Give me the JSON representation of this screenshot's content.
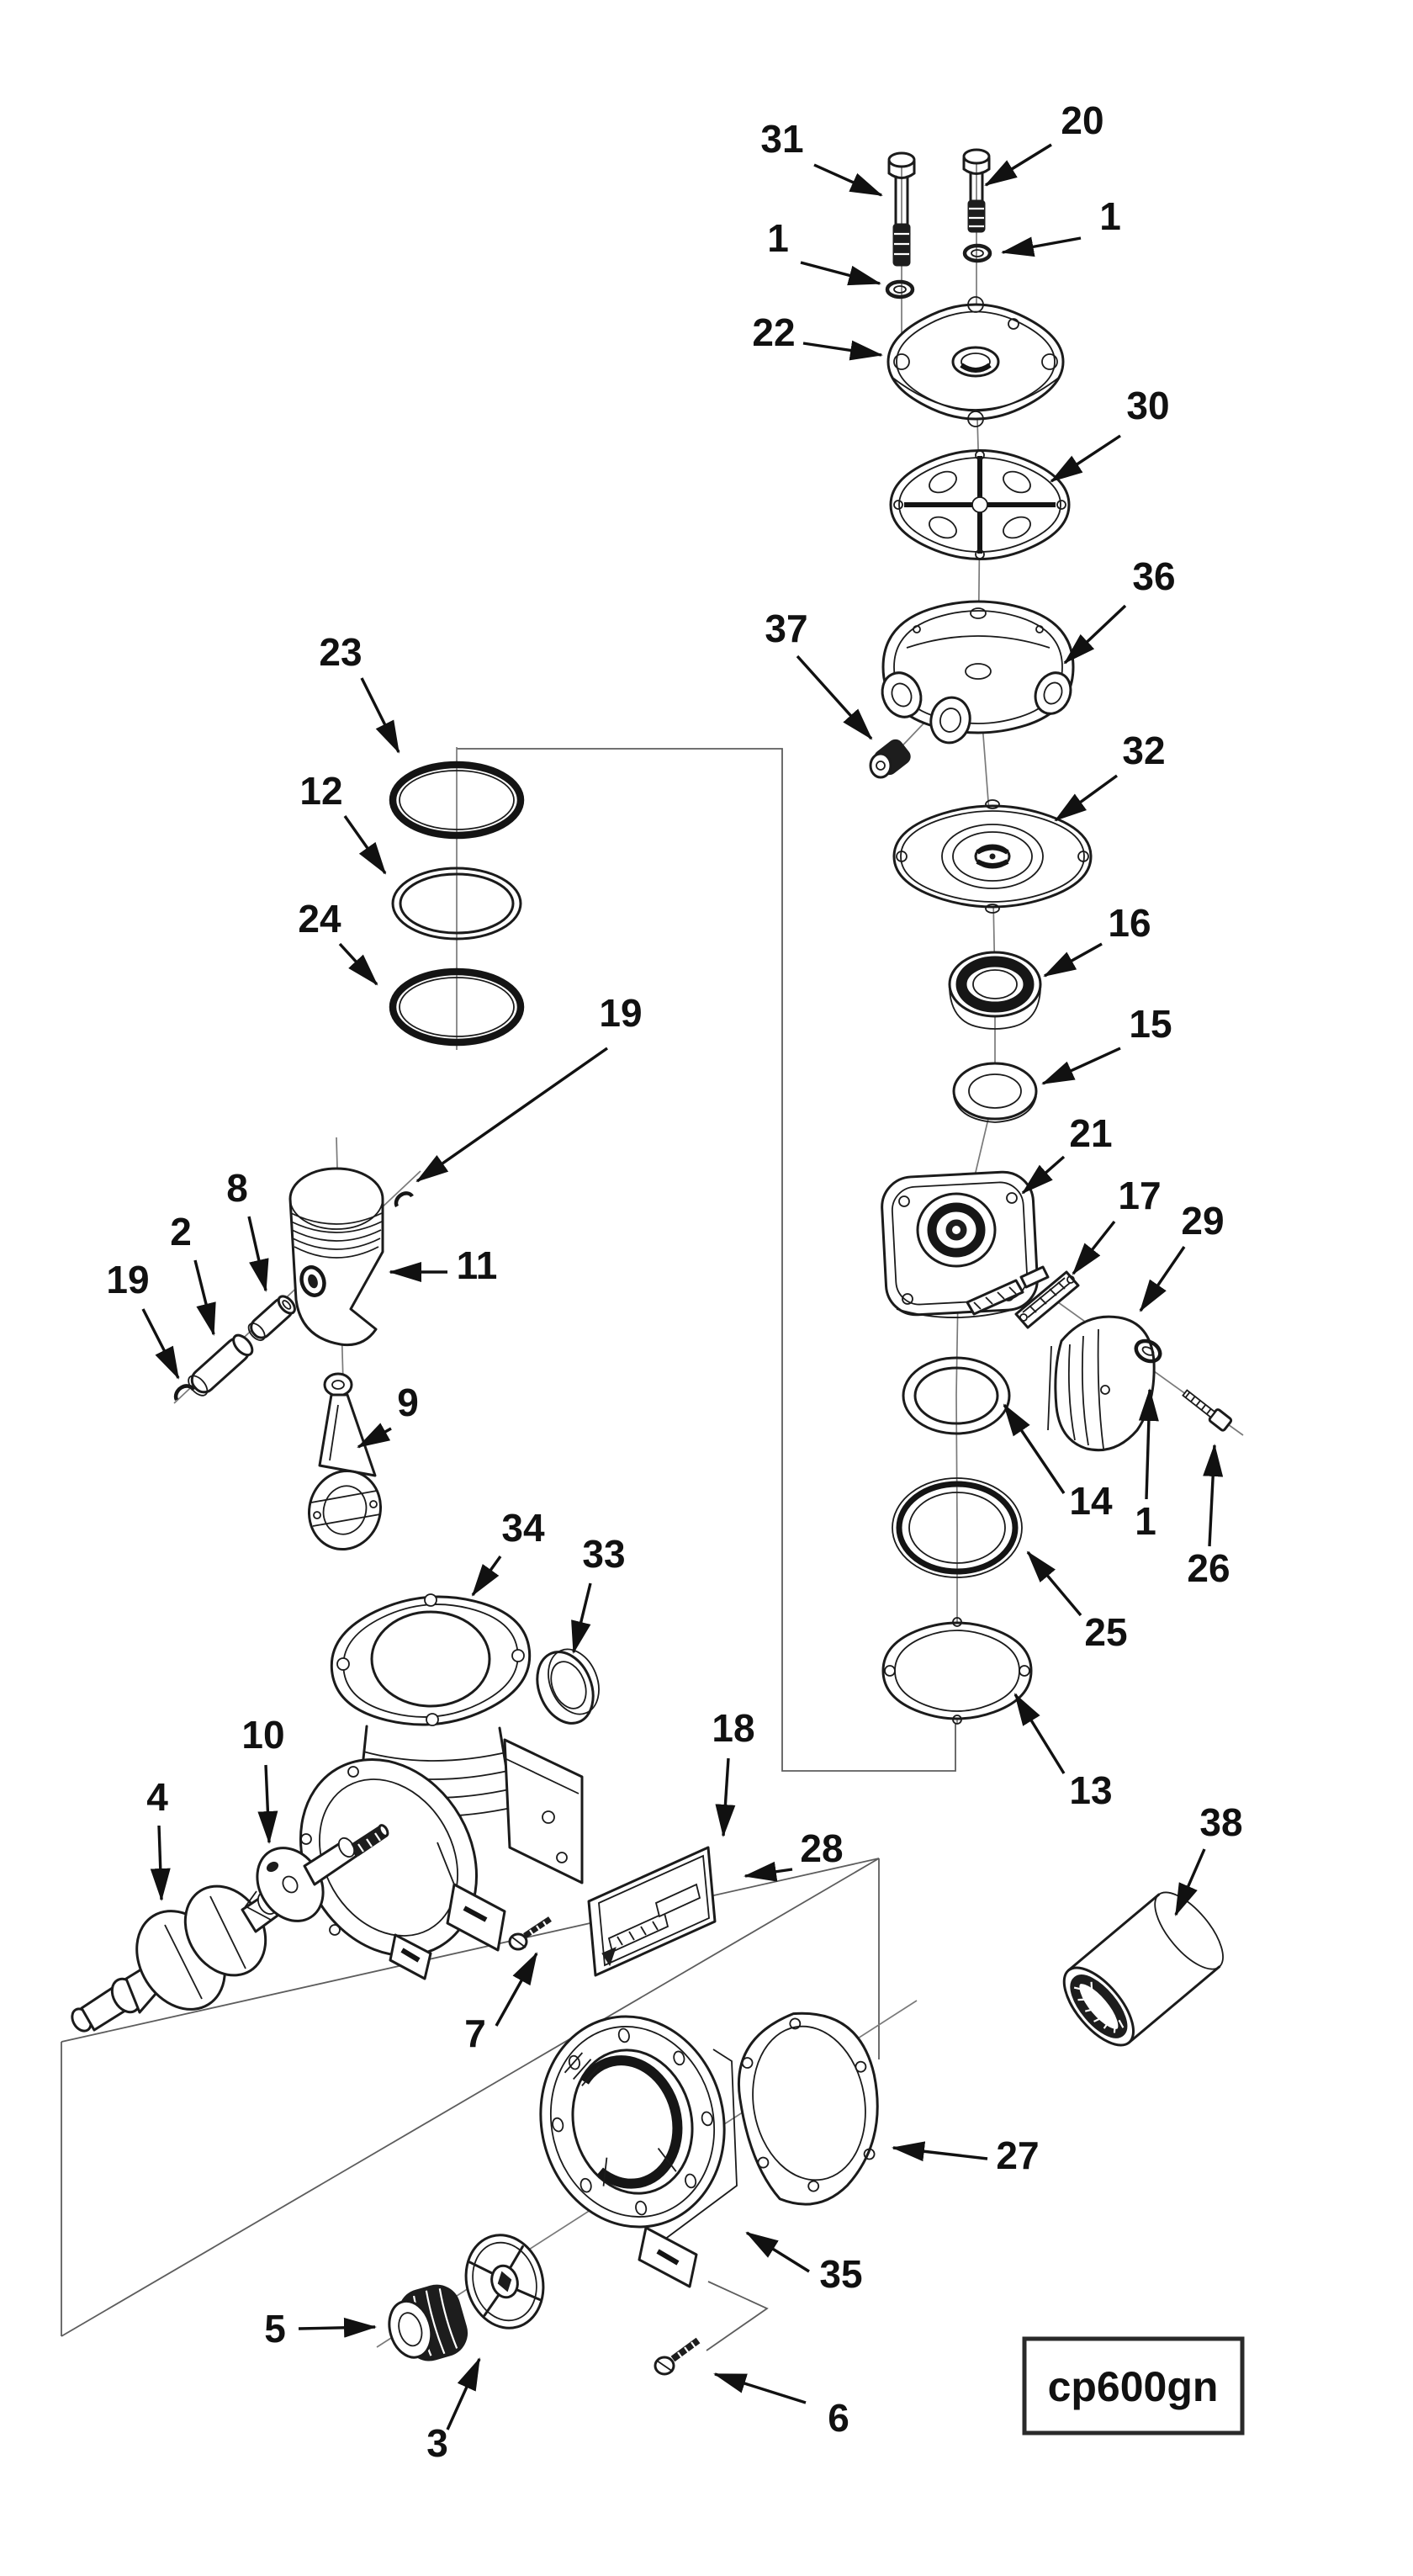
{
  "drawing_code": "cp600gn",
  "callouts": [
    {
      "text": "31"
    },
    {
      "text": "20"
    },
    {
      "text": "1"
    },
    {
      "text": "1"
    },
    {
      "text": "22"
    },
    {
      "text": "30"
    },
    {
      "text": "36"
    },
    {
      "text": "37"
    },
    {
      "text": "32"
    },
    {
      "text": "16"
    },
    {
      "text": "15"
    },
    {
      "text": "21"
    },
    {
      "text": "17"
    },
    {
      "text": "29"
    },
    {
      "text": "14"
    },
    {
      "text": "1"
    },
    {
      "text": "26"
    },
    {
      "text": "25"
    },
    {
      "text": "13"
    },
    {
      "text": "38"
    },
    {
      "text": "23"
    },
    {
      "text": "12"
    },
    {
      "text": "24"
    },
    {
      "text": "19"
    },
    {
      "text": "8"
    },
    {
      "text": "2"
    },
    {
      "text": "19"
    },
    {
      "text": "11"
    },
    {
      "text": "9"
    },
    {
      "text": "34"
    },
    {
      "text": "33"
    },
    {
      "text": "10"
    },
    {
      "text": "4"
    },
    {
      "text": "18"
    },
    {
      "text": "28"
    },
    {
      "text": "7"
    },
    {
      "text": "27"
    },
    {
      "text": "35"
    },
    {
      "text": "5"
    },
    {
      "text": "3"
    },
    {
      "text": "6"
    }
  ]
}
